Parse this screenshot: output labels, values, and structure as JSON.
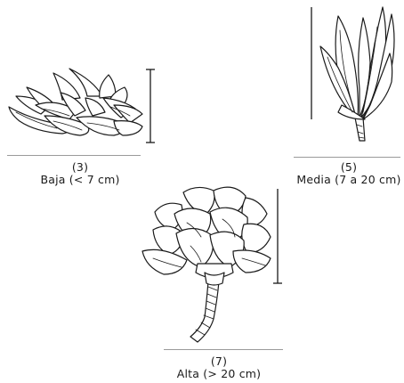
{
  "plants": [
    {
      "number": "(3)",
      "label": "Baja (< 7 cm)"
    },
    {
      "number": "(5)",
      "label": "Media (7 a 20 cm)"
    },
    {
      "number": "(7)",
      "label": "Alta (> 20 cm)"
    }
  ],
  "colors": {
    "ink": "#1a1a1a",
    "baseline": "#9a9a9a",
    "background": "#ffffff"
  }
}
